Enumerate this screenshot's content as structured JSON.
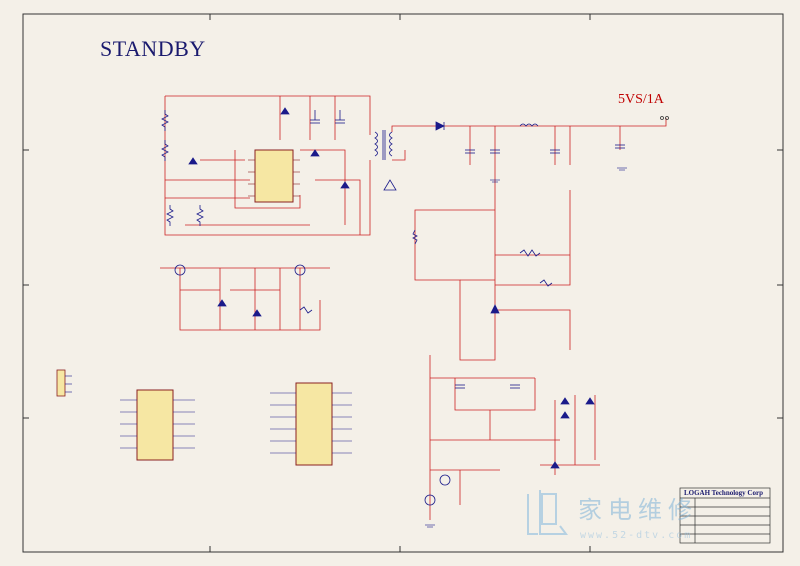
{
  "diagram": {
    "title": "STANDBY",
    "output_rail_label": "5VS/1A",
    "title_block": {
      "company": "LOGAH Technology Corp"
    },
    "watermark": {
      "text": "家电维修",
      "url": "www.52-dtv.com"
    },
    "colors": {
      "wire": "#cc2222",
      "component": "#1a1a8a",
      "ic_fill": "#f6e7a3",
      "ic_border": "#8a2020",
      "title": "#1a1a6e",
      "border": "#333333",
      "background": "#f4f0e8"
    }
  }
}
